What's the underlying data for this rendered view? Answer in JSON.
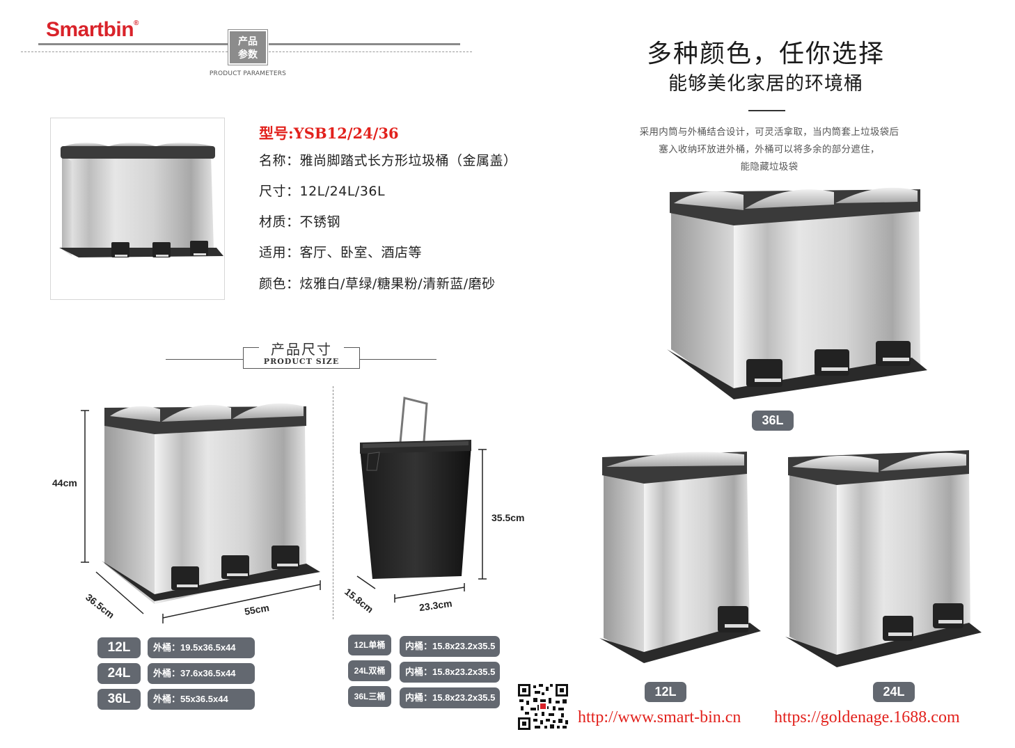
{
  "brand": {
    "logo_text": "Smartbin",
    "logo_mark": "®"
  },
  "header": {
    "badge_line1": "产品",
    "badge_line2": "参数",
    "badge_sub": "PRODUCT PARAMETERS"
  },
  "spec": {
    "model": "型号:YSB12/24/36",
    "name": "名称：雅尚脚踏式长方形垃圾桶（金属盖）",
    "size": "尺寸：12L/24L/36L",
    "material": "材质：不锈钢",
    "usage": "适用：客厅、卧室、酒店等",
    "color": "颜色：炫雅白/草绿/糖果粉/清新蓝/磨砂"
  },
  "product_size": {
    "title_cn": "产品尺寸",
    "title_en": "PRODUCT SIZE"
  },
  "dims": {
    "outer_height": "44cm",
    "outer_depth": "36.5cm",
    "outer_width": "55cm",
    "inner_height": "35.5cm",
    "inner_depth": "15.8cm",
    "inner_width": "23.3cm"
  },
  "outer_table": [
    {
      "cap": "12L",
      "val": "外桶：19.5x36.5x44"
    },
    {
      "cap": "24L",
      "val": "外桶：37.6x36.5x44"
    },
    {
      "cap": "36L",
      "val": "外桶：55x36.5x44"
    }
  ],
  "inner_table": [
    {
      "cap": "12L单桶",
      "val": "内桶：15.8x23.2x35.5"
    },
    {
      "cap": "24L双桶",
      "val": "内桶：15.8x23.2x35.5"
    },
    {
      "cap": "36L三桶",
      "val": "内桶：15.8x23.2x35.5"
    }
  ],
  "right": {
    "title": "多种颜色，任你选择",
    "subtitle": "能够美化家居的环境桶",
    "desc1": "采用内筒与外桶结合设计，可灵活拿取，当内筒套上垃圾袋后",
    "desc2": "塞入收纳环放进外桶，外桶可以将多余的部分遮住，",
    "desc3": "能隐藏垃圾袋",
    "label_36": "36L",
    "label_12": "12L",
    "label_24": "24L"
  },
  "footer": {
    "url1": "http://www.smart-bin.cn",
    "url2": "https://goldenage.1688.com"
  }
}
